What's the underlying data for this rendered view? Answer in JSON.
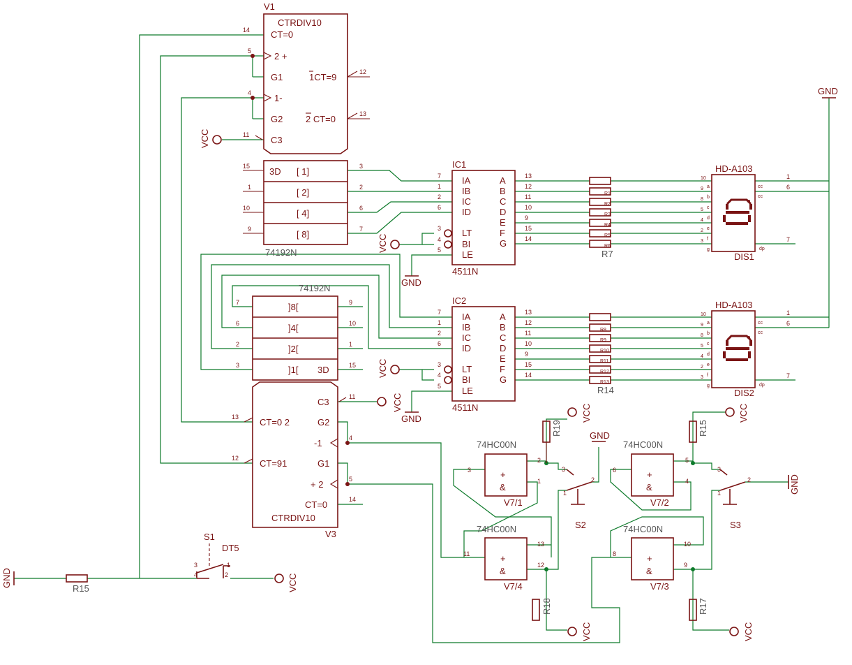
{
  "components": {
    "v1": {
      "name": "V1",
      "title": "CTRDIV10",
      "ct0": "CT=0",
      "cnt_up": "2 +",
      "g1": "G1",
      "ct9": "1CT=9",
      "cnt_dn": "1-",
      "g2": "G2",
      "ct0b": "2 CT=0",
      "c3": "C3",
      "pins": {
        "p14": "14",
        "p5": "5",
        "p12": "12",
        "p4": "4",
        "p13": "13",
        "p11": "11"
      }
    },
    "ic_top": {
      "part": "74192N",
      "d3": "3D",
      "b1": "[ 1]",
      "b2": "[ 2]",
      "b4": "[ 4]",
      "b8": "[ 8]",
      "pins": {
        "l15": "15",
        "l1": "1",
        "l10": "10",
        "l9": "9",
        "r3": "3",
        "r2": "2",
        "r6": "6",
        "r7": "7"
      }
    },
    "ic_bot": {
      "part": "74192N",
      "b8": "]8[",
      "b4": "]4[",
      "b2": "]2[",
      "b1": "]1[",
      "d3": "3D",
      "pins": {
        "l7": "7",
        "l6": "6",
        "l2": "2",
        "l3": "3",
        "r9": "9",
        "r10": "10",
        "r1": "1",
        "r15": "15"
      }
    },
    "v3": {
      "name": "V3",
      "title": "CTRDIV10",
      "c3": "C3",
      "g2": "G2",
      "cnt_dn": "-1",
      "g1": "G1",
      "cnt_up": "+ 2",
      "ct0": "CT=0",
      "ct0_2": "CT=0 2",
      "ct91": "CT=91",
      "pins": {
        "p11": "11",
        "p4": "4",
        "p5": "5",
        "p14": "14",
        "p13": "13",
        "p12": "12"
      }
    },
    "ic1": {
      "name": "IC1",
      "part": "4511N",
      "inputs": [
        "IA",
        "IB",
        "IC",
        "ID"
      ],
      "ctrl": [
        "LT",
        "BI",
        "LE"
      ],
      "outputs": [
        "A",
        "B",
        "C",
        "D",
        "E",
        "F",
        "G"
      ],
      "left_pins": [
        "7",
        "1",
        "2",
        "6"
      ],
      "ctrl_pins": [
        "3",
        "4",
        "5"
      ],
      "right_pins": [
        "13",
        "12",
        "11",
        "10",
        "9",
        "15",
        "14"
      ]
    },
    "ic2": {
      "name": "IC2",
      "part": "4511N",
      "inputs": [
        "IA",
        "IB",
        "IC",
        "ID"
      ],
      "ctrl": [
        "LT",
        "BI",
        "LE"
      ],
      "outputs": [
        "A",
        "B",
        "C",
        "D",
        "E",
        "F",
        "G"
      ],
      "left_pins": [
        "7",
        "1",
        "2",
        "6"
      ],
      "ctrl_pins": [
        "3",
        "4",
        "5"
      ],
      "right_pins": [
        "13",
        "12",
        "11",
        "10",
        "9",
        "15",
        "14"
      ]
    },
    "dis1": {
      "name": "DIS1",
      "part": "HD-A103",
      "left_pins": [
        "10",
        "9",
        "8",
        "5",
        "4",
        "2",
        "3"
      ],
      "seg": [
        "a",
        "b",
        "c",
        "d",
        "e",
        "f",
        "g"
      ],
      "cc": "cc",
      "dp": "dp",
      "right_pins": [
        "1",
        "6",
        "7"
      ]
    },
    "dis2": {
      "name": "DIS2",
      "part": "HD-A103",
      "left_pins": [
        "10",
        "9",
        "8",
        "5",
        "4",
        "2",
        "3"
      ],
      "seg": [
        "a",
        "b",
        "c",
        "d",
        "e",
        "f",
        "g"
      ],
      "cc": "cc",
      "dp": "dp",
      "right_pins": [
        "1",
        "6",
        "7"
      ]
    },
    "r_top": {
      "label": "R7",
      "marks": [
        "R1",
        "R2",
        "R3",
        "R4",
        "R5",
        "R6"
      ]
    },
    "r_bot": {
      "label": "R14",
      "marks": [
        "R8",
        "R9",
        "R10",
        "R11",
        "R12",
        "R13"
      ]
    },
    "v7_1": {
      "part": "74HC00N",
      "name": "V7/1",
      "plus": "+",
      "amp": "&",
      "pins": {
        "a": "3",
        "b": "2",
        "c": "1"
      }
    },
    "v7_2": {
      "part": "74HC00N",
      "name": "V7/2",
      "plus": "+",
      "amp": "&",
      "pins": {
        "a": "6",
        "b": "5",
        "c": "4"
      }
    },
    "v7_4": {
      "part": "74HC00N",
      "name": "V7/4",
      "plus": "+",
      "amp": "&",
      "pins": {
        "a": "11",
        "b": "13",
        "c": "12"
      }
    },
    "v7_3": {
      "part": "74HC00N",
      "name": "V7/3",
      "plus": "+",
      "amp": "&",
      "pins": {
        "a": "8",
        "b": "10",
        "c": "9"
      }
    },
    "r19": "R19",
    "r18": "R18",
    "r15b": "R15",
    "r17": "R17",
    "r15": "R15",
    "s1": {
      "name": "S1",
      "part": "DT5",
      "pins": [
        "3",
        "1",
        "4",
        "2"
      ]
    },
    "s2": {
      "name": "S2",
      "pins": [
        "3",
        "2",
        "1"
      ]
    },
    "s3": {
      "name": "S3",
      "pins": [
        "3",
        "2",
        "1"
      ]
    }
  },
  "power": {
    "vcc": "VCC",
    "gnd": "GND"
  }
}
